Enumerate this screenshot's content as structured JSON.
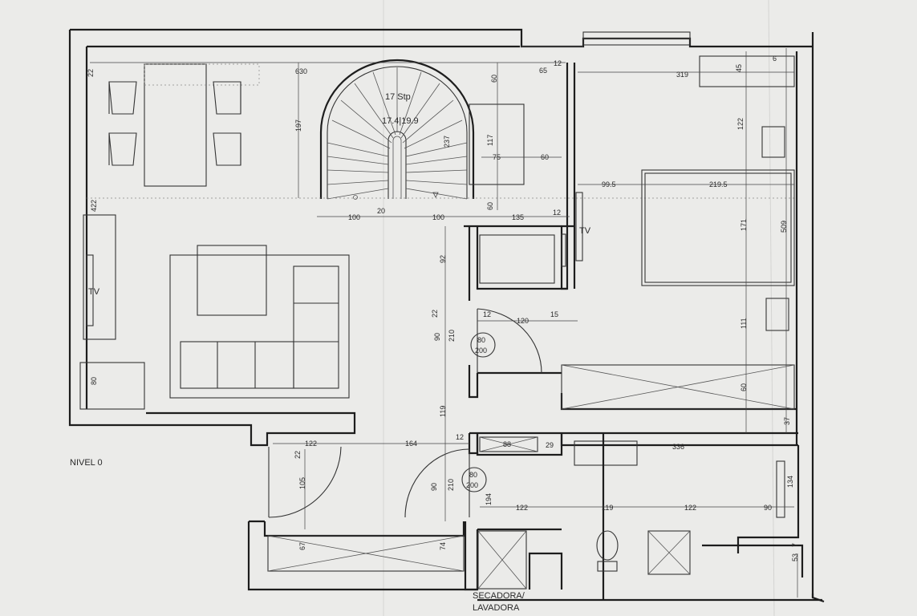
{
  "plan": {
    "level_label": "NIVEL 0",
    "stairs_label": "17 Stp",
    "stairs_ratio": "17.4|19.9",
    "tv_label": "TV",
    "door_a_width": "80",
    "door_a_height": "200",
    "door_b_width": "80",
    "door_b_height": "200",
    "laundry_line1": "SECADORA/",
    "laundry_line2": "LAVADORA"
  },
  "dimensions": {
    "d630": "630",
    "d65": "65",
    "d12a": "12",
    "d319": "319",
    "d6": "6",
    "d45": "45",
    "d197": "197",
    "d60a": "60",
    "d117": "117",
    "d75": "75",
    "d60b": "60",
    "d237": "237",
    "d122a": "122",
    "d99_5": "99.5",
    "d219_5": "219.5",
    "d422": "422",
    "d100a": "100",
    "d20": "20",
    "d100b": "100",
    "d135": "135",
    "d12b": "12",
    "d60c": "60",
    "d171": "171",
    "d509": "509",
    "d92": "92",
    "d22a": "22",
    "d12c": "12",
    "d120": "120",
    "d15": "15",
    "d90a": "90",
    "d210a": "210",
    "d111": "111",
    "d80": "80",
    "d60d": "60",
    "d119a": "119",
    "d37": "37",
    "d122b": "122",
    "d164": "164",
    "d12d": "12",
    "d88": "88",
    "d29": "29",
    "d336": "336",
    "d22b": "22",
    "d105": "105",
    "d90b": "90",
    "d210b": "210",
    "d194": "194",
    "d122c": "122",
    "d119b": "119",
    "d122d": "122",
    "d90c": "90",
    "d134": "134",
    "d67": "67",
    "d74": "74",
    "d7": "7",
    "d53": "53",
    "d22c": "22"
  }
}
